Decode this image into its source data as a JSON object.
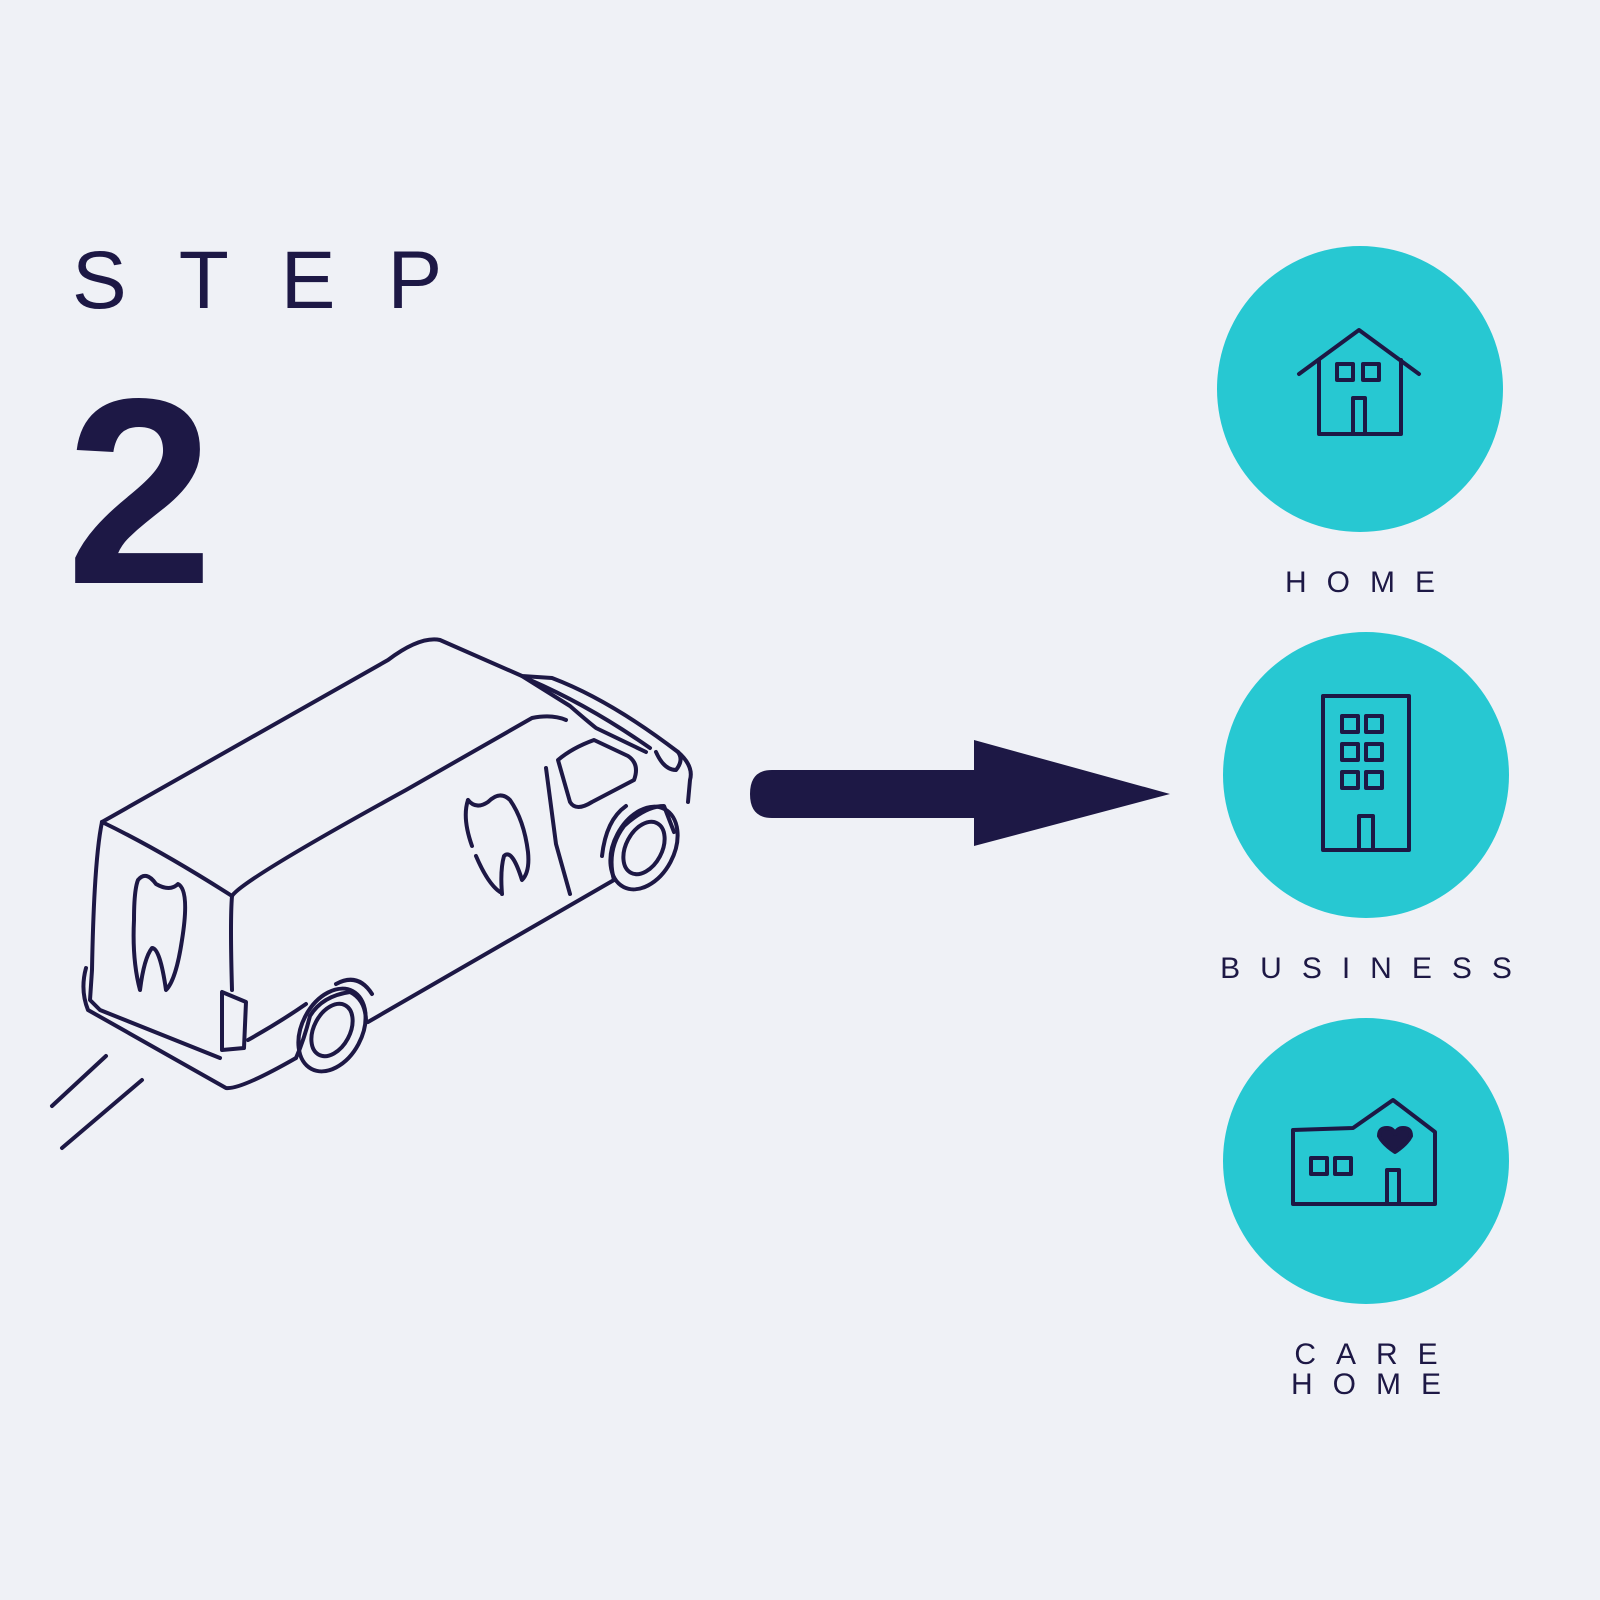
{
  "step": {
    "label": "STEP",
    "number": "2"
  },
  "destinations": [
    {
      "label": "HOME",
      "icon": "house-icon"
    },
    {
      "label": "BUSINESS",
      "icon": "office-building-icon"
    },
    {
      "label": "CARE HOME",
      "icon": "care-home-icon"
    }
  ],
  "colors": {
    "background": "#eff1f6",
    "ink": "#1d1845",
    "accent": "#27c8d2"
  },
  "illustration": {
    "van_icon": "dental-van-icon",
    "arrow_icon": "arrow-right-icon"
  }
}
